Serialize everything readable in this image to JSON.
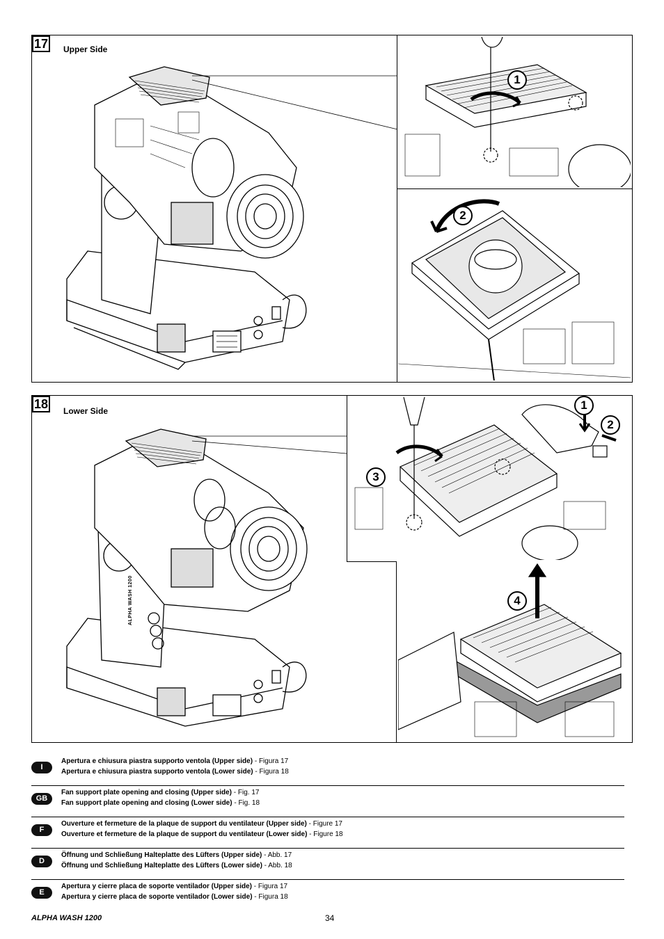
{
  "figures": [
    {
      "number": "17",
      "label": "Upper Side",
      "steps": [
        "1",
        "2"
      ]
    },
    {
      "number": "18",
      "label": "Lower Side",
      "steps": [
        "1",
        "2",
        "3",
        "4"
      ]
    }
  ],
  "fixture_text": "ALPHA WASH 1200",
  "captions": [
    {
      "lang": "I",
      "lines": [
        {
          "bold": "Apertura e chiusura piastra supporto ventola (Upper side)",
          "ref": " - Figura 17"
        },
        {
          "bold": "Apertura e chiusura piastra supporto ventola (Lower side)",
          "ref": " - Figura 18"
        }
      ]
    },
    {
      "lang": "GB",
      "lines": [
        {
          "bold": "Fan support plate opening and closing (Upper side)",
          "ref": " - Fig. 17"
        },
        {
          "bold": "Fan support plate opening and closing (Lower side)",
          "ref": " - Fig. 18"
        }
      ]
    },
    {
      "lang": "F",
      "lines": [
        {
          "bold": "Ouverture et fermeture de la plaque de support du ventilateur (Upper side)",
          "ref": " - Figure 17"
        },
        {
          "bold": "Ouverture et fermeture de la plaque de support du ventilateur (Lower side)",
          "ref": " - Figure 18"
        }
      ]
    },
    {
      "lang": "D",
      "lines": [
        {
          "bold": "Öffnung und Schließung Halteplatte des Lüfters (Upper side)",
          "ref": " - Abb. 17"
        },
        {
          "bold": "Öffnung und Schließung Halteplatte des Lüfters (Lower side)",
          "ref": " - Abb. 18"
        }
      ]
    },
    {
      "lang": "E",
      "lines": [
        {
          "bold": "Apertura y cierre placa de soporte ventilador (Upper side)",
          "ref": " - Figura 17"
        },
        {
          "bold": "Apertura y cierre placa de soporte ventilador (Lower side)",
          "ref": " - Figura 18"
        }
      ]
    }
  ],
  "footer": {
    "model": "ALPHA WASH 1200",
    "page": "34"
  }
}
